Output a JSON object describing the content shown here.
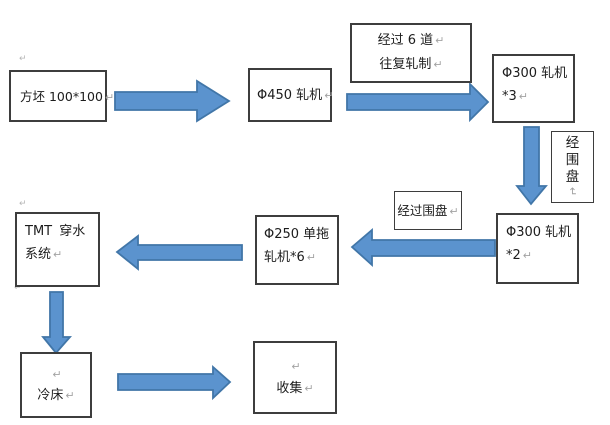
{
  "diagram": {
    "type": "flowchart",
    "boxes": {
      "billet": {
        "lines": [
          "方坯 100*100"
        ]
      },
      "mill_450": {
        "lines": [
          "Φ450 轧机"
        ]
      },
      "six_passes": {
        "lines": [
          "经过 6 道",
          "往复轧制"
        ]
      },
      "mill_300_x3": {
        "lines": [
          "Φ300 轧机",
          "*3"
        ]
      },
      "via_coil_vertical": {
        "chars": [
          "经",
          "围",
          "盘"
        ]
      },
      "mill_300_x2": {
        "lines": [
          "Φ300 轧机",
          "*2"
        ]
      },
      "via_coil": {
        "lines": [
          "经过围盘"
        ]
      },
      "mill_250": {
        "lines": [
          "Φ250 单拖",
          "轧机*6"
        ]
      },
      "tmt": {
        "lines": [
          "TMT 穿水",
          "系统"
        ]
      },
      "cooling_bed": {
        "lines": [
          "冷床"
        ]
      },
      "collection": {
        "lines": [
          "收集"
        ]
      }
    },
    "arrows": [
      {
        "name": "billet-to-mill450",
        "direction": "right"
      },
      {
        "name": "mill450-to-mill300x3",
        "direction": "right"
      },
      {
        "name": "mill300x3-to-mill300x2",
        "direction": "down"
      },
      {
        "name": "mill300x2-to-mill250",
        "direction": "left"
      },
      {
        "name": "mill250-to-tmt",
        "direction": "left"
      },
      {
        "name": "tmt-to-cooling-bed",
        "direction": "down"
      },
      {
        "name": "cooling-bed-to-collection",
        "direction": "right"
      }
    ]
  },
  "marks": {
    "return": "↵"
  },
  "colors": {
    "arrow_fill": "#5B93CE",
    "arrow_stroke": "#4176A8",
    "box_border": "#3D3D3D",
    "box_bg": "#FFFFFF",
    "text": "#1C1C1C",
    "return_mark": "#A3A3A3"
  }
}
